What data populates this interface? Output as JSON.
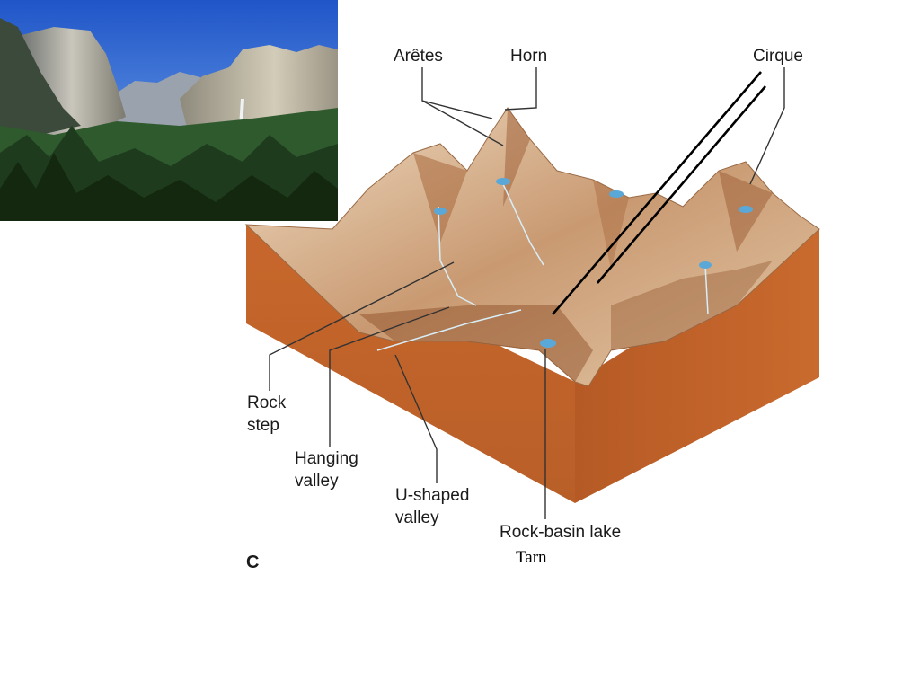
{
  "labels": {
    "aretes": "Arêtes",
    "horn": "Horn",
    "cirque": "Cirque",
    "rock_step_1": "Rock",
    "rock_step_2": "step",
    "hanging_valley_1": "Hanging",
    "hanging_valley_2": "valley",
    "u_valley_1": "U-shaped",
    "u_valley_2": "valley",
    "rock_basin_lake": "Rock-basin lake",
    "tarn": "Tarn",
    "panel_letter": "C"
  },
  "colors": {
    "block_front": "#c8672c",
    "block_side": "#b85a24",
    "rock_light": "#e6cfb3",
    "rock_dark": "#8a4a22",
    "lake": "#5aa8d8",
    "sky": "#2f6fd8",
    "forest": "#1f3d1f"
  }
}
